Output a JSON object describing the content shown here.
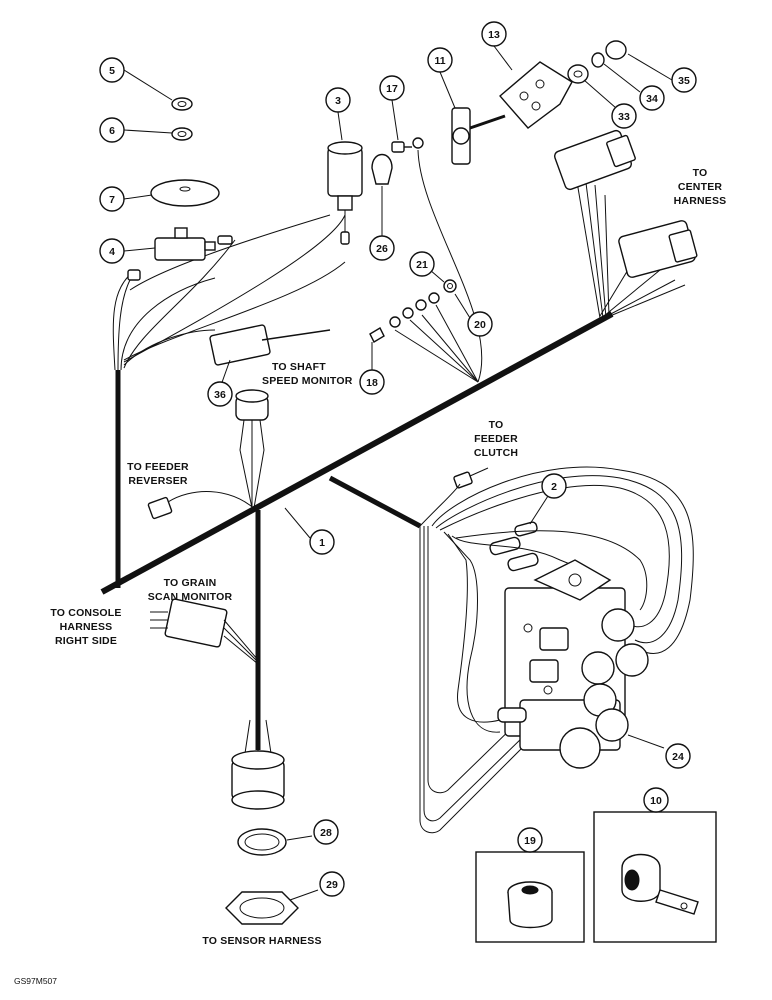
{
  "callouts": [
    {
      "id": "c1",
      "n": "1"
    },
    {
      "id": "c2",
      "n": "2"
    },
    {
      "id": "c3",
      "n": "3"
    },
    {
      "id": "c4",
      "n": "4"
    },
    {
      "id": "c5",
      "n": "5"
    },
    {
      "id": "c6",
      "n": "6"
    },
    {
      "id": "c7",
      "n": "7"
    },
    {
      "id": "c10",
      "n": "10"
    },
    {
      "id": "c11",
      "n": "11"
    },
    {
      "id": "c13",
      "n": "13"
    },
    {
      "id": "c17",
      "n": "17"
    },
    {
      "id": "c18",
      "n": "18"
    },
    {
      "id": "c19",
      "n": "19"
    },
    {
      "id": "c20",
      "n": "20"
    },
    {
      "id": "c21",
      "n": "21"
    },
    {
      "id": "c24",
      "n": "24"
    },
    {
      "id": "c26",
      "n": "26"
    },
    {
      "id": "c28",
      "n": "28"
    },
    {
      "id": "c29",
      "n": "29"
    },
    {
      "id": "c33",
      "n": "33"
    },
    {
      "id": "c34",
      "n": "34"
    },
    {
      "id": "c35",
      "n": "35"
    },
    {
      "id": "c36",
      "n": "36"
    }
  ],
  "labels": {
    "center_harness": [
      "TO",
      "CENTER",
      "HARNESS"
    ],
    "shaft_speed": [
      "TO SHAFT",
      "SPEED MONITOR"
    ],
    "feeder_clutch": [
      "TO",
      "FEEDER",
      "CLUTCH"
    ],
    "feeder_reverser": [
      "TO FEEDER",
      "REVERSER"
    ],
    "grain_scan": [
      "TO GRAIN",
      "SCAN MONITOR"
    ],
    "console_harness": [
      "TO CONSOLE",
      "HARNESS",
      "RIGHT SIDE"
    ],
    "sensor_harness": "TO SENSOR HARNESS"
  },
  "figure_code": "GS97M507"
}
